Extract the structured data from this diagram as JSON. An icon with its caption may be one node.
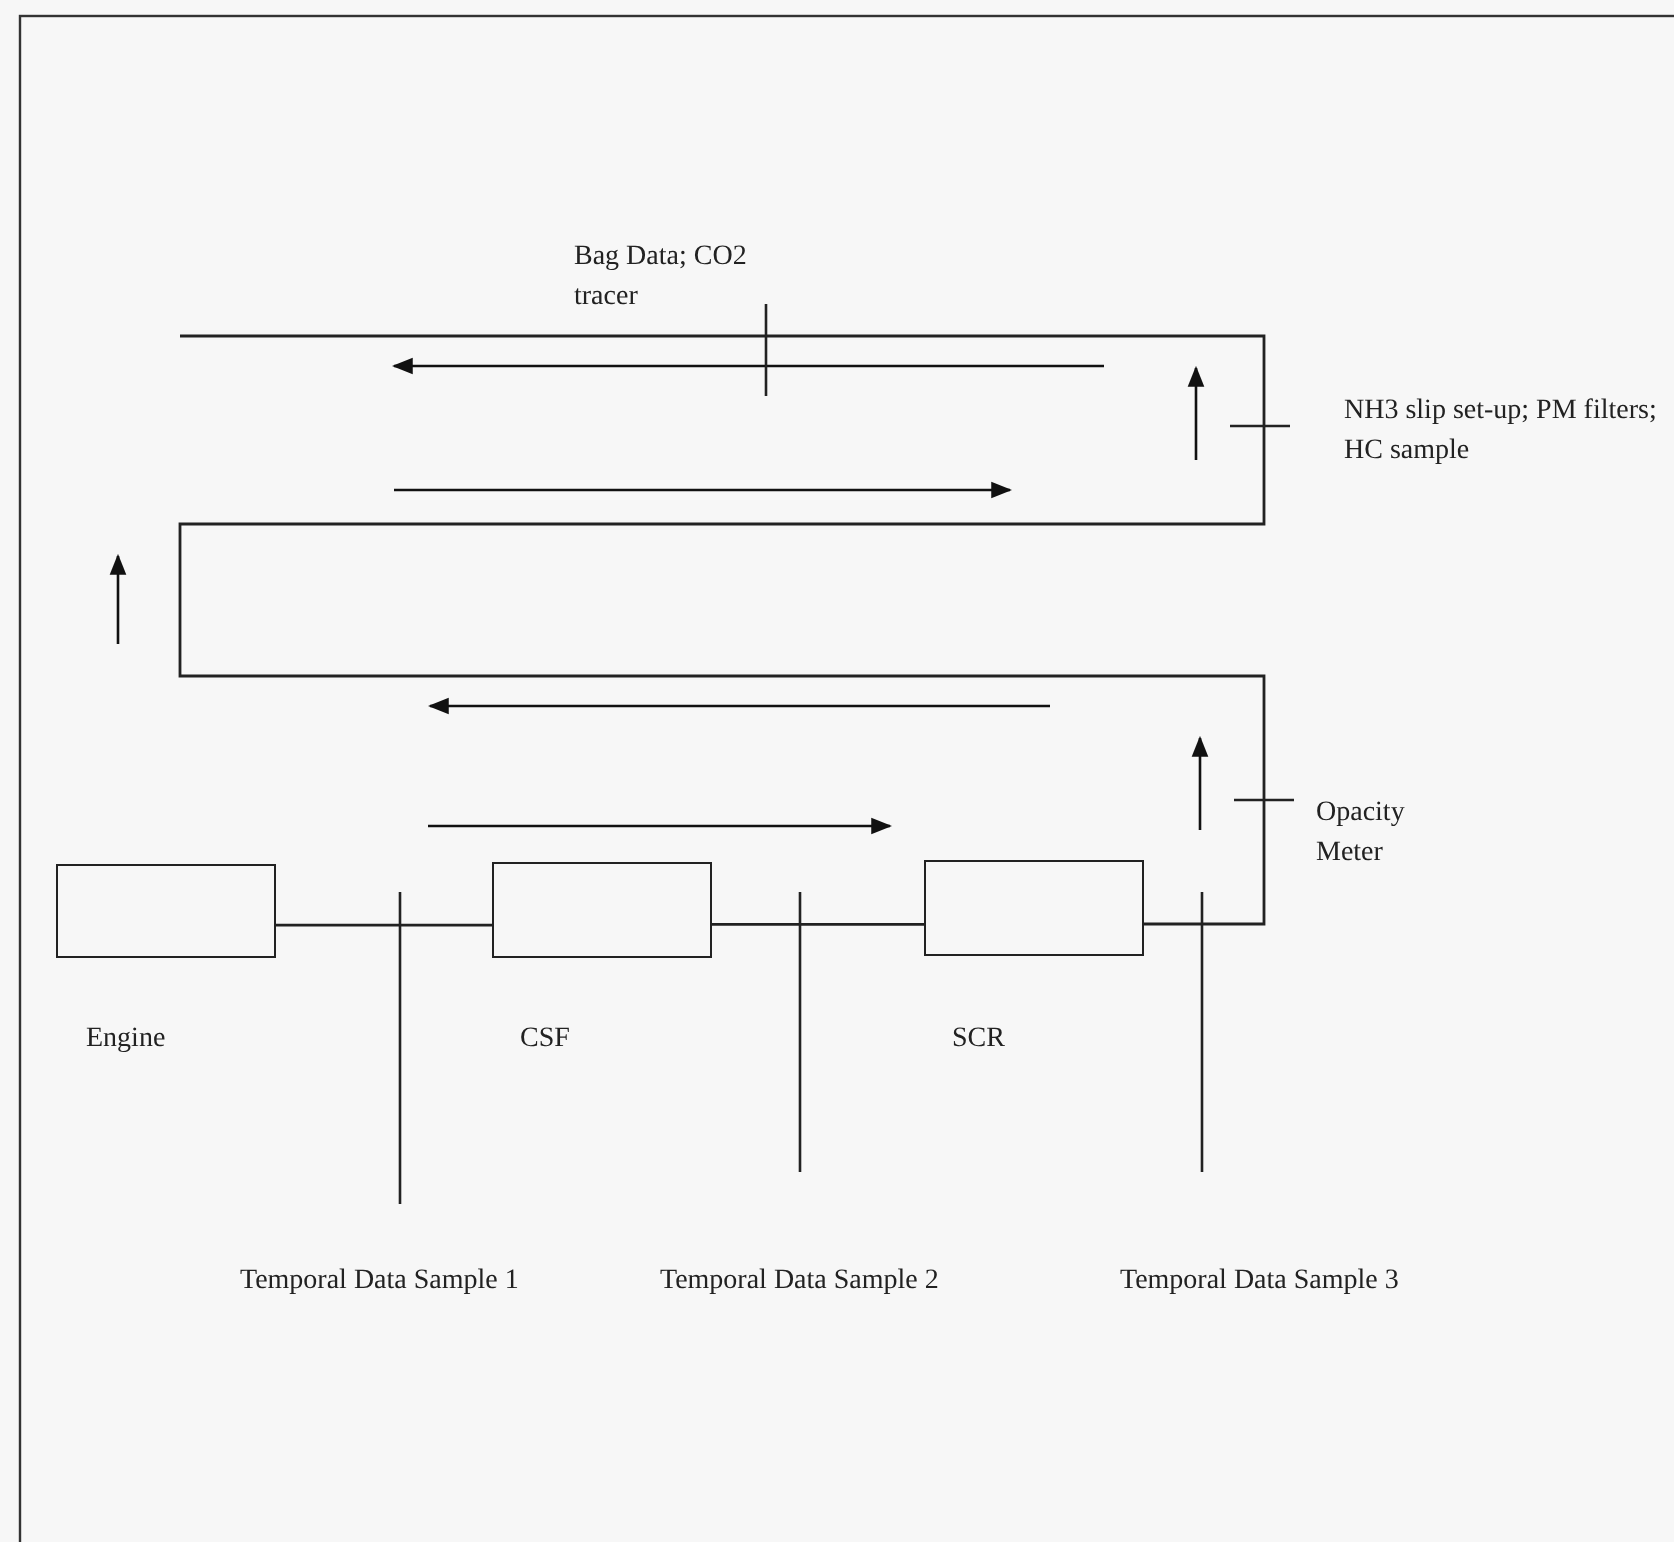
{
  "diagram": {
    "nodes": [
      {
        "text": [
          "Engine"
        ]
      },
      {
        "text": [
          "CSF"
        ]
      },
      {
        "text": [
          "SCR"
        ]
      }
    ],
    "edges": [
      {
        "from": 0,
        "to": 1,
        "arrow": "none"
      },
      {
        "from": 1,
        "to": 2,
        "arrow": "none"
      },
      {
        "from": 2,
        "to": null,
        "arrow": "none"
      }
    ],
    "labels": [
      "Bag Data; CO2 tracer",
      "NH3 slip set-up; PM filters; HC sample",
      "Opacity Meter",
      "Temporal Data Sample 1",
      "Temporal Data Sample 2",
      "Temporal Data Sample 3"
    ]
  }
}
